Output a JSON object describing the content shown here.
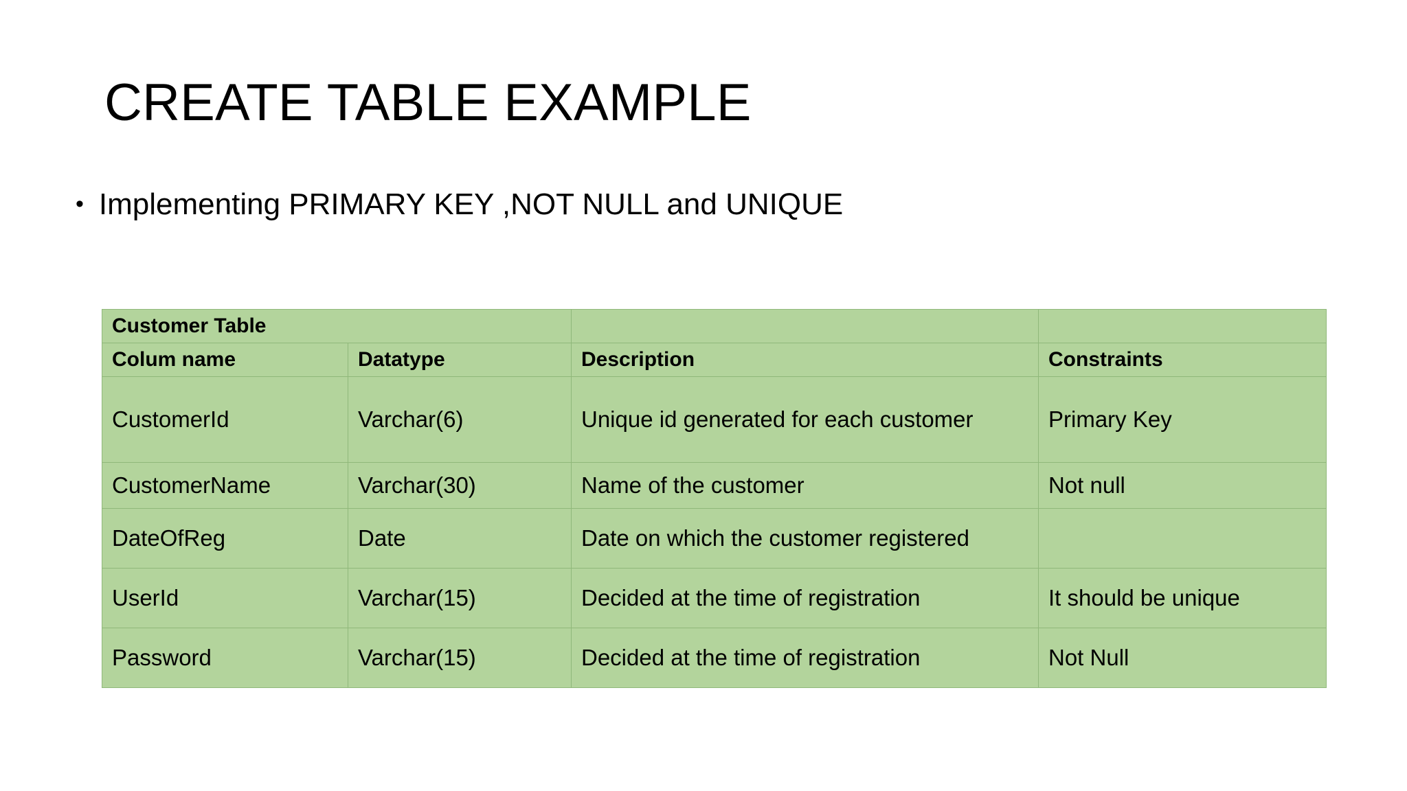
{
  "slide": {
    "title": "CREATE TABLE EXAMPLE",
    "bullet_marker": "•",
    "bullet_text": "Implementing PRIMARY KEY ,NOT NULL and UNIQUE"
  },
  "colors": {
    "cell_fill": "#b3d49c",
    "grid_line": "#8fb87a",
    "text": "#000000",
    "background": "#ffffff"
  },
  "table": {
    "caption": "Customer Table",
    "caption_pad_1": "",
    "caption_pad_2": "",
    "headers": [
      "Colum name",
      "Datatype",
      "Description",
      "Constraints"
    ],
    "rows": [
      {
        "column_name": "CustomerId",
        "datatype": "Varchar(6)",
        "description": "Unique id generated for each customer",
        "constraints": "Primary Key"
      },
      {
        "column_name": "CustomerName",
        "datatype": "Varchar(30)",
        "description": "Name of the customer",
        "constraints": "Not null"
      },
      {
        "column_name": "DateOfReg",
        "datatype": "Date",
        "description": "Date on which the customer registered",
        "constraints": ""
      },
      {
        "column_name": "UserId",
        "datatype": "Varchar(15)",
        "description": "Decided at the time of registration",
        "constraints": "It should be unique"
      },
      {
        "column_name": "Password",
        "datatype": "Varchar(15)",
        "description": "Decided at the time of registration",
        "constraints": "Not Null"
      }
    ]
  }
}
